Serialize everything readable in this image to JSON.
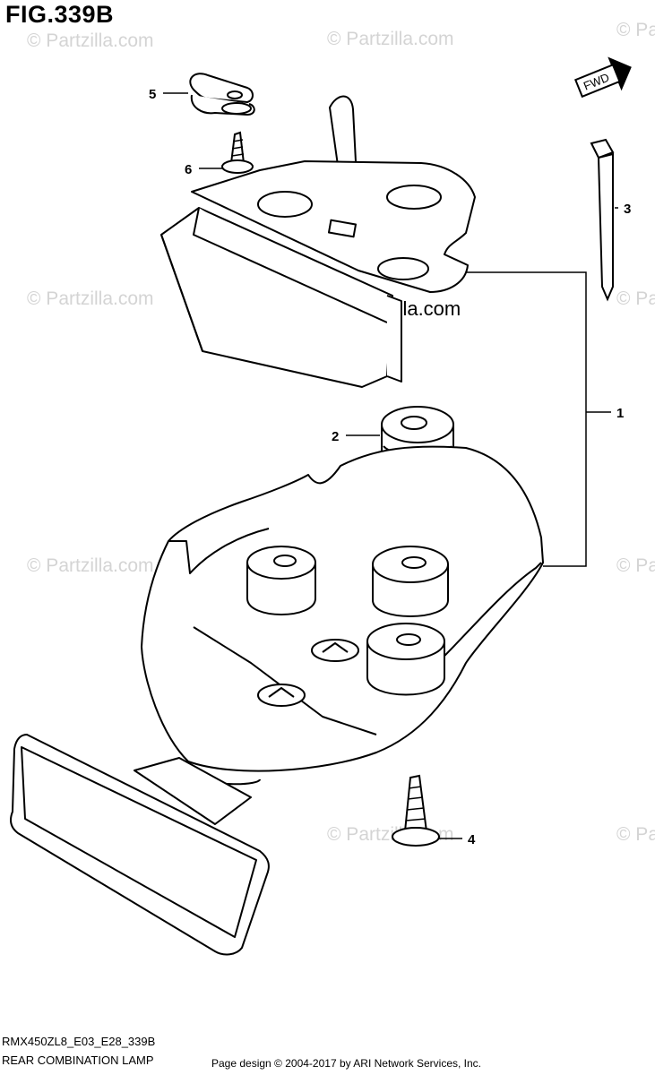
{
  "figure": {
    "title": "FIG.339B",
    "code": "RMX450ZL8_E03_E28_339B",
    "name": "REAR COMBINATION LAMP"
  },
  "page_footer": {
    "copyright": "Page design © 2004-2017 by ARI Network Services, Inc."
  },
  "watermark": {
    "text": "© Partzilla.com",
    "text_center": "© Partzilla.com",
    "color": "#d4d4d4"
  },
  "direction_badge": {
    "label": "FWD"
  },
  "callouts": [
    {
      "number": "1",
      "part": "rear-combination-lamp-assembly"
    },
    {
      "number": "2",
      "part": "cushion"
    },
    {
      "number": "3",
      "part": "cable-tie"
    },
    {
      "number": "4",
      "part": "screw"
    },
    {
      "number": "5",
      "part": "clamp"
    },
    {
      "number": "6",
      "part": "screw"
    }
  ],
  "colors": {
    "line": "#000000",
    "background": "#ffffff"
  }
}
